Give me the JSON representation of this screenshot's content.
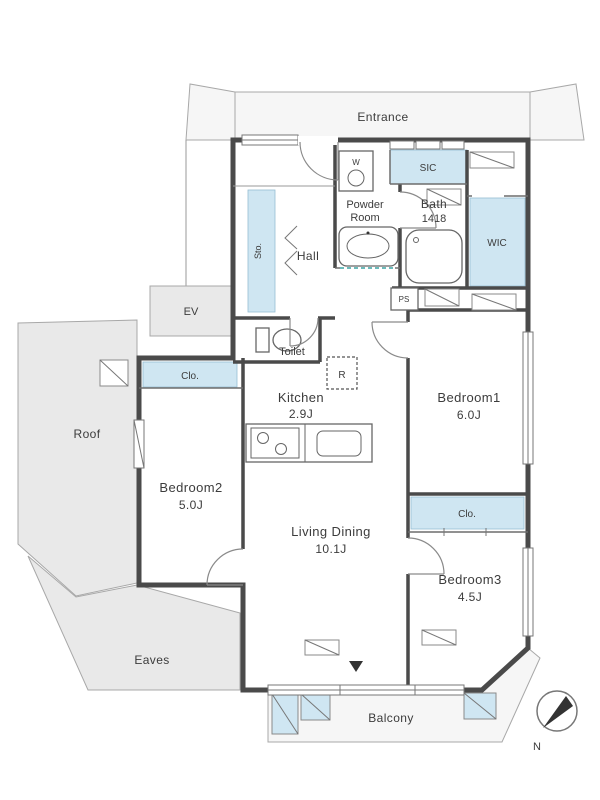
{
  "floorplan": {
    "entrance_label": "Entrance",
    "ev_label": "EV",
    "roof_label": "Roof",
    "eaves_label": "Eaves",
    "balcony_label": "Balcony",
    "compass_north_label": "N",
    "rooms": {
      "hall": {
        "name": "Hall"
      },
      "powder_room": {
        "name_line1": "Powder",
        "name_line2": "Room"
      },
      "bath": {
        "name": "Bath",
        "size": "1418"
      },
      "toilet": {
        "name": "Toilet"
      },
      "kitchen": {
        "name": "Kitchen",
        "size": "2.9J"
      },
      "living_dining": {
        "name": "Living Dining",
        "size": "10.1J"
      },
      "bedroom1": {
        "name": "Bedroom1",
        "size": "6.0J"
      },
      "bedroom2": {
        "name": "Bedroom2",
        "size": "5.0J"
      },
      "bedroom3": {
        "name": "Bedroom3",
        "size": "4.5J"
      }
    },
    "storage": {
      "sic": "SIC",
      "wic": "WIC",
      "sto": "Sto.",
      "closet_bedroom2": "Clo.",
      "closet_bedroom3": "Clo."
    },
    "utilities": {
      "ps": "PS",
      "washer": "W",
      "fridge": "R"
    }
  },
  "colors": {
    "accent": "#cfe6f2",
    "accent-border": "#96bed2",
    "outdoor": "#e9e9e9",
    "outdoor-border": "#a8a8a8",
    "wall": "#4a4a4a",
    "line": "#777777",
    "fixture": "#666666",
    "text": "#3c3c3c",
    "teal": "#3aa3a3"
  }
}
